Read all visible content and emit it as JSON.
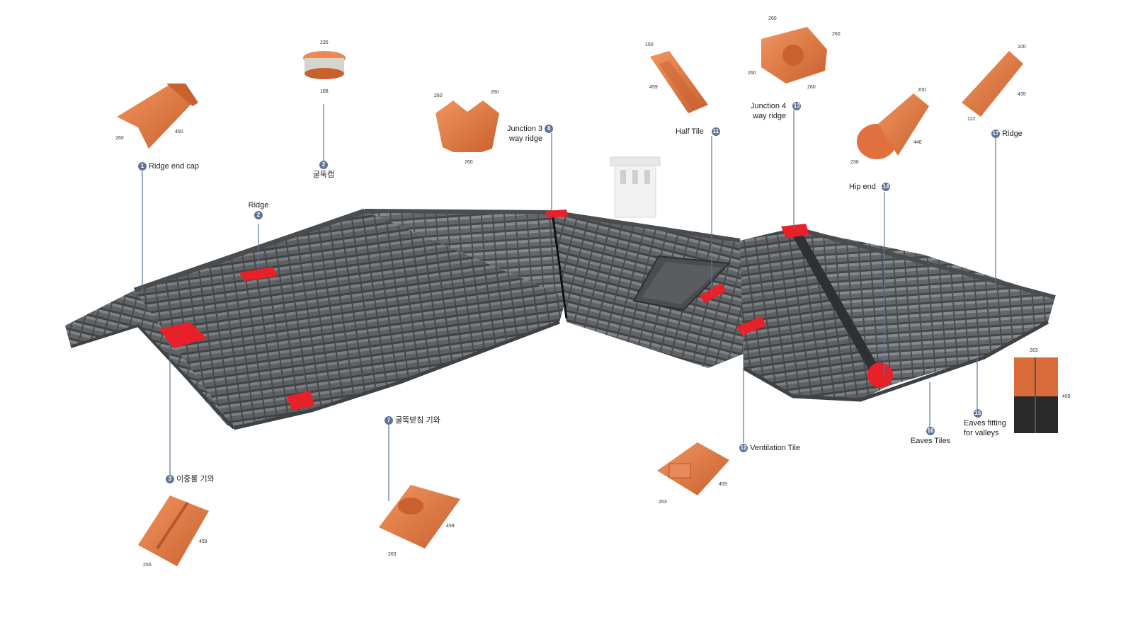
{
  "labels": {
    "l1": {
      "num": "1",
      "text": "Ridge end cap"
    },
    "l2a": {
      "num": "2",
      "text": "굴뚝캡"
    },
    "l2b": {
      "num": "2",
      "text": "Ridge"
    },
    "l3": {
      "num": "3",
      "text": "이중롤 기와"
    },
    "l7": {
      "num": "7",
      "text": "굴뚝받침 기와"
    },
    "l8": {
      "num": "8",
      "line1": "Junction 3",
      "line2": "way ridge"
    },
    "l11": {
      "num": "11",
      "text": "Half Tile"
    },
    "l12": {
      "num": "12",
      "text": "Ventilation Tile"
    },
    "l13": {
      "num": "13",
      "line1": "Junction 4",
      "line2": "way ridge"
    },
    "l14": {
      "num": "14",
      "text": "Hip end"
    },
    "l15": {
      "num": "15",
      "line1": "Eaves fitting",
      "line2": "for valleys"
    },
    "l16": {
      "num": "16",
      "text": "Eaves Tiles"
    },
    "l17": {
      "num": "17",
      "text": "Ridge"
    }
  },
  "dims": {
    "d1a": "260",
    "d1b": "450",
    "d2a": "235",
    "d2b": "188",
    "d8a": "260",
    "d8b": "260",
    "d8c": "260",
    "d11a": "150",
    "d11b": "459",
    "d13a": "260",
    "d13b": "260",
    "d13c": "260",
    "d13d": "260",
    "d14a": "200",
    "d14b": "440",
    "d14c": "230",
    "d17a": "100",
    "d17b": "435",
    "d17c": "122",
    "d3a": "459",
    "d3b": "255",
    "d7a": "459",
    "d7b": "263",
    "d12a": "459",
    "d12b": "263",
    "d15a": "263",
    "d15b": "459"
  },
  "colors": {
    "roof": "#5e6164",
    "roof_dark": "#404346",
    "roof_light": "#8a8d90",
    "terracotta": "#e07a4e",
    "terracotta_dark": "#b9552c",
    "highlight": "#e8202a",
    "leader": "#5f7596"
  }
}
